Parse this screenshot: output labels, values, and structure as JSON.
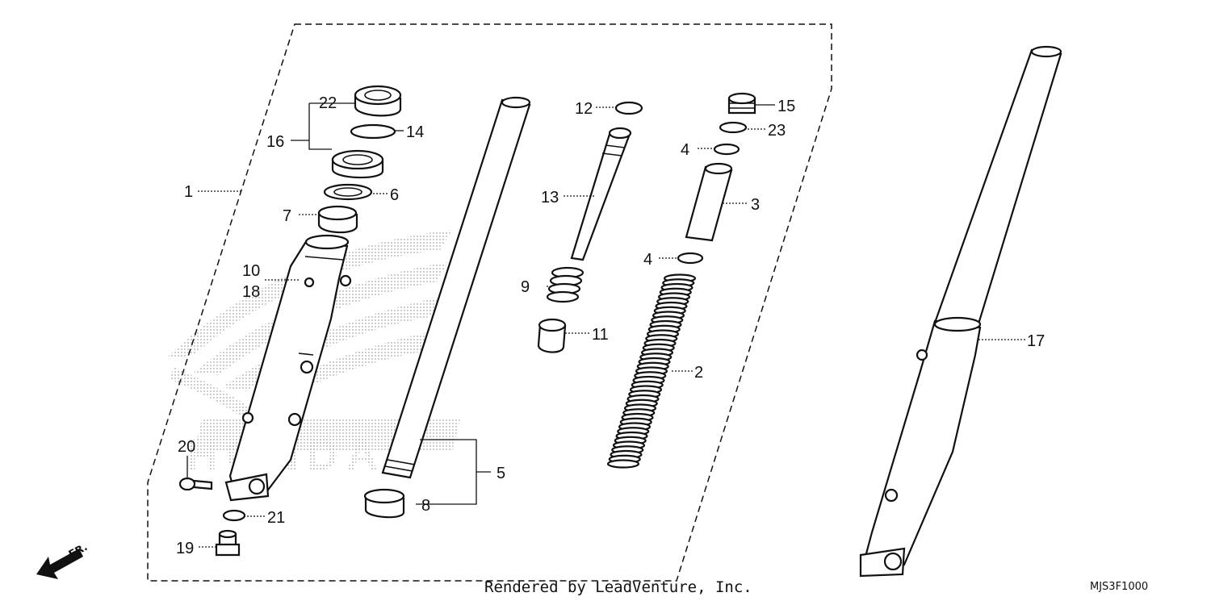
{
  "title": "Front Fork Exploded View",
  "callouts": [
    "1",
    "2",
    "3",
    "4",
    "4",
    "5",
    "6",
    "7",
    "8",
    "9",
    "10",
    "18",
    "11",
    "12",
    "13",
    "14",
    "15",
    "16",
    "17",
    "19",
    "20",
    "21",
    "22",
    "23"
  ],
  "direction_label": "FR.",
  "footer": {
    "rendered_by": "Rendered by LeadVenture, Inc.",
    "diagram_code": "MJS3F1000"
  },
  "watermark_brand": "HONDA",
  "colors": {
    "ink": "#111111",
    "background": "#ffffff",
    "watermark": "#9a9a9a"
  }
}
